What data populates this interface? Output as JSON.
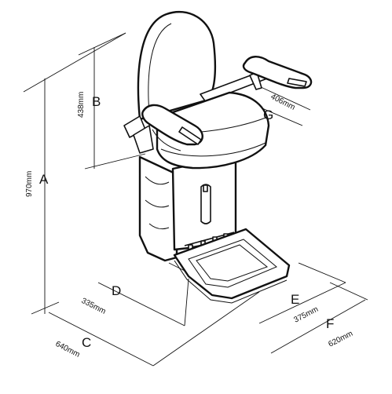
{
  "dimensions": [
    {
      "letter": "A",
      "value": "970mm"
    },
    {
      "letter": "B",
      "value": "438mm"
    },
    {
      "letter": "C",
      "value": "640mm"
    },
    {
      "letter": "D",
      "value": "335mm"
    },
    {
      "letter": "E",
      "value": "375mm"
    },
    {
      "letter": "F",
      "value": "620mm"
    },
    {
      "letter": "G",
      "value": "406mm"
    }
  ]
}
